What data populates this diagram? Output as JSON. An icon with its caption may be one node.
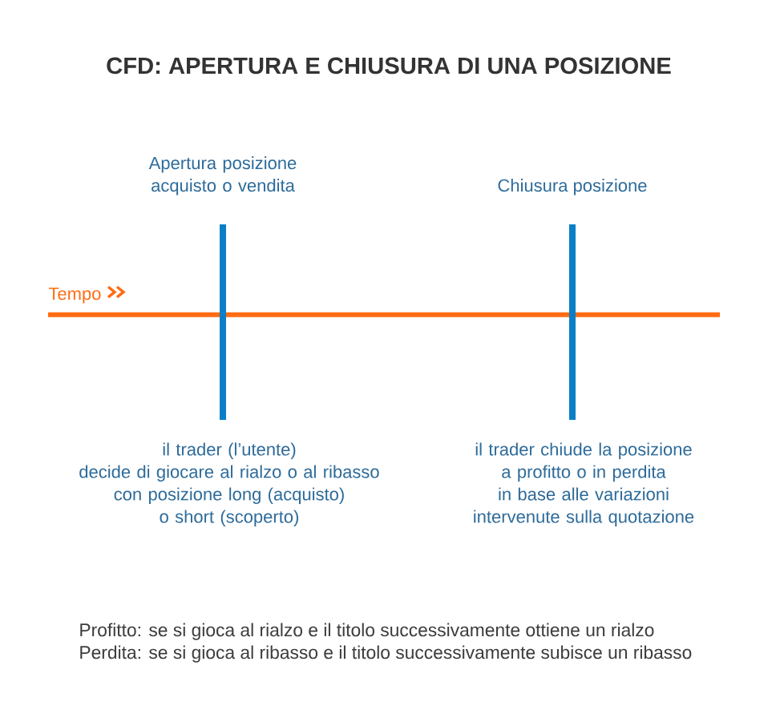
{
  "diagram": {
    "title": "CFD: APERTURA E CHIUSURA DI UNA POSIZIONE",
    "labels": [
      "Apertura posizione acquisto o vendita",
      "Chiusura posizione",
      "Tempo",
      "il trader (l’utente) decide di giocare al rialzo o al ribasso con posizione long (acquisto) o short (scoperto)",
      "il trader chiude la posizione a profitto o in perdita in base alle variazioni intervenute sulla quotazione",
      "Profitto: se si gioca al rialzo e il titolo successivamente ottiene un rialzo",
      "Perdita: se si gioca al ribasso e il titolo successivamente subisce un ribasso"
    ]
  }
}
